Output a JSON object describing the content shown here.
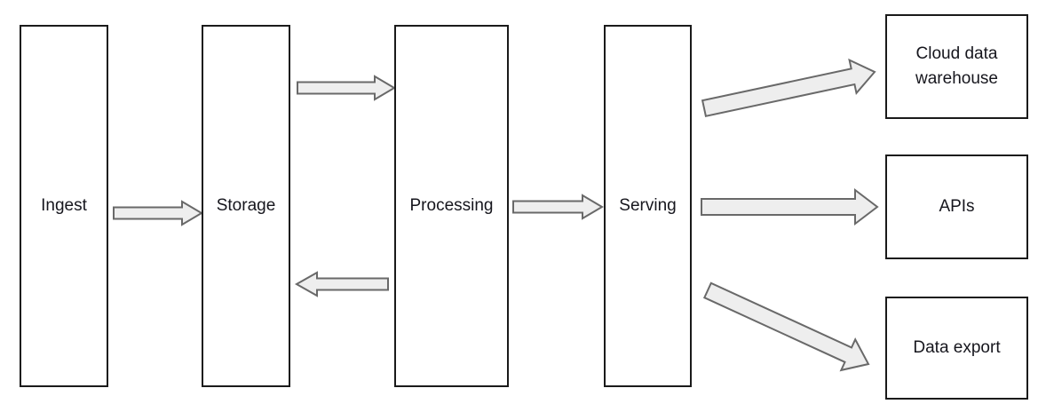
{
  "nodes": {
    "ingest": {
      "label": "Ingest"
    },
    "storage": {
      "label": "Storage"
    },
    "processing": {
      "label": "Processing"
    },
    "serving": {
      "label": "Serving"
    },
    "cloud_warehouse": {
      "label": "Cloud data warehouse"
    },
    "apis": {
      "label": "APIs"
    },
    "data_export": {
      "label": "Data export"
    }
  },
  "edges": [
    {
      "from": "Ingest",
      "to": "Storage",
      "direction": "right"
    },
    {
      "from": "Storage",
      "to": "Processing",
      "direction": "right"
    },
    {
      "from": "Processing",
      "to": "Storage",
      "direction": "left"
    },
    {
      "from": "Processing",
      "to": "Serving",
      "direction": "right"
    },
    {
      "from": "Serving",
      "to": "Cloud data warehouse",
      "direction": "up-right"
    },
    {
      "from": "Serving",
      "to": "APIs",
      "direction": "right"
    },
    {
      "from": "Serving",
      "to": "Data export",
      "direction": "down-right"
    }
  ],
  "colors": {
    "background": "#ffffff",
    "box_fill": "#ffffff",
    "box_border": "#1a1a1a",
    "arrow_fill": "#eeeeee",
    "arrow_stroke": "#696969",
    "text": "#16161d"
  }
}
